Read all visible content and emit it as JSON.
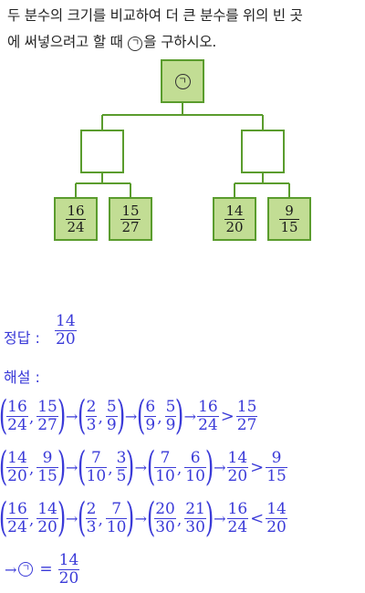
{
  "question": {
    "line1": "두 분수의 크기를 비교하여 더 큰 분수를 위의 빈 곳",
    "line2_before": "에 써넣으려고 할 때",
    "line2_after": "을 구하시오.",
    "marker": "ㄱ"
  },
  "tree": {
    "root": "ㄱ",
    "leaves": [
      {
        "num": "16",
        "den": "24"
      },
      {
        "num": "15",
        "den": "27"
      },
      {
        "num": "14",
        "den": "20"
      },
      {
        "num": "9",
        "den": "15"
      }
    ],
    "colors": {
      "line": "#5a9c2d",
      "fill": "#c2dd94"
    }
  },
  "answer": {
    "label": "정답 :",
    "num": "14",
    "den": "20"
  },
  "solution": {
    "label": "해설 :",
    "rows": [
      {
        "a": [
          {
            "num": "16",
            "den": "24"
          },
          {
            "num": "15",
            "den": "27"
          }
        ],
        "b": [
          {
            "num": "2",
            "den": "3"
          },
          {
            "num": "5",
            "den": "9"
          }
        ],
        "c": [
          {
            "num": "6",
            "den": "9"
          },
          {
            "num": "5",
            "den": "9"
          }
        ],
        "res_left": {
          "num": "16",
          "den": "24"
        },
        "rel": ">",
        "res_right": {
          "num": "15",
          "den": "27"
        }
      },
      {
        "a": [
          {
            "num": "14",
            "den": "20"
          },
          {
            "num": "9",
            "den": "15"
          }
        ],
        "b": [
          {
            "num": "7",
            "den": "10"
          },
          {
            "num": "3",
            "den": "5"
          }
        ],
        "c": [
          {
            "num": "7",
            "den": "10"
          },
          {
            "num": "6",
            "den": "10"
          }
        ],
        "res_left": {
          "num": "14",
          "den": "20"
        },
        "rel": ">",
        "res_right": {
          "num": "9",
          "den": "15"
        }
      },
      {
        "a": [
          {
            "num": "16",
            "den": "24"
          },
          {
            "num": "14",
            "den": "20"
          }
        ],
        "b": [
          {
            "num": "2",
            "den": "3"
          },
          {
            "num": "7",
            "den": "10"
          }
        ],
        "c": [
          {
            "num": "20",
            "den": "30"
          },
          {
            "num": "21",
            "den": "30"
          }
        ],
        "res_left": {
          "num": "16",
          "den": "24"
        },
        "rel": "<",
        "res_right": {
          "num": "14",
          "den": "20"
        }
      }
    ],
    "final": {
      "arrow": "→",
      "marker": "ㄱ",
      "eq": "=",
      "num": "14",
      "den": "20"
    },
    "arrow": "→",
    "comma": ","
  }
}
